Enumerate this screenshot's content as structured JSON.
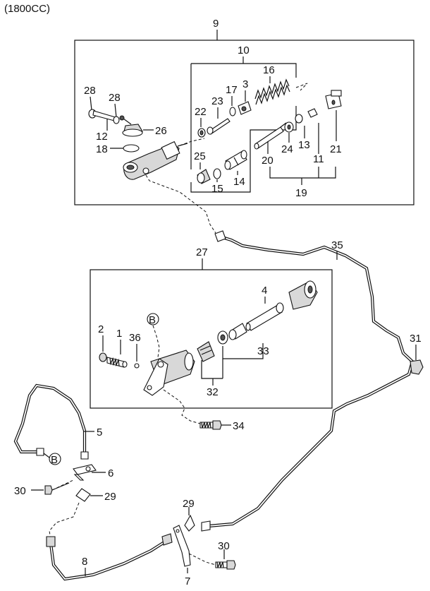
{
  "title": "(1800CC)",
  "callouts": {
    "c9": "9",
    "c10": "10",
    "c28a": "28",
    "c28b": "28",
    "c12": "12",
    "c26": "26",
    "c18": "18",
    "c22": "22",
    "c23": "23",
    "c17": "17",
    "c3": "3",
    "c16": "16",
    "c25": "25",
    "c15": "15",
    "c14": "14",
    "c20": "20",
    "c24": "24",
    "c13": "13",
    "c11": "11",
    "c21": "21",
    "c19": "19",
    "c35": "35",
    "c27": "27",
    "c4": "4",
    "c2": "2",
    "c1": "1",
    "c36": "36",
    "c33": "33",
    "c32": "32",
    "c31": "31",
    "c34": "34",
    "c5": "5",
    "c6": "6",
    "c30a": "30",
    "c29a": "29",
    "c29b": "29",
    "c30b": "30",
    "c8": "8",
    "c7": "7"
  },
  "refs": {
    "b_top": "B",
    "b_bottom": "B"
  }
}
